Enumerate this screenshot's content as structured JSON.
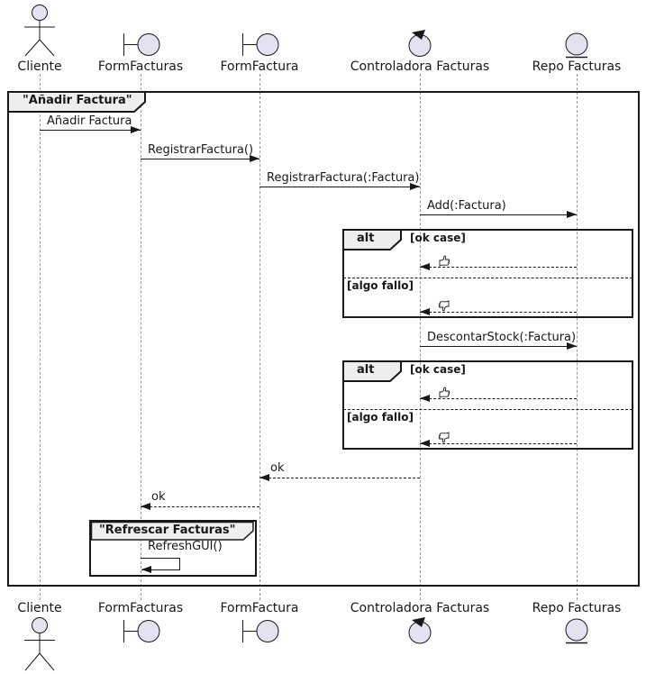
{
  "diagram": {
    "participants": [
      {
        "name": "Cliente",
        "type": "actor"
      },
      {
        "name": "FormFacturas",
        "type": "boundary"
      },
      {
        "name": "FormFactura",
        "type": "boundary"
      },
      {
        "name": "Controladora Facturas",
        "type": "control"
      },
      {
        "name": "Repo Facturas",
        "type": "entity"
      }
    ],
    "frame": {
      "title": "\"Añadir Factura\""
    },
    "inner_frame": {
      "title": "\"Refrescar Facturas\""
    },
    "messages": {
      "anadir": "Añadir Factura",
      "registrar": "RegistrarFactura()",
      "registrar_factura": "RegistrarFactura(:Factura)",
      "add": "Add(:Factura)",
      "descontar": "DescontarStock(:Factura)",
      "ok1": "ok",
      "ok2": "ok",
      "refresh": "RefreshGUI()"
    },
    "alt_frames": [
      {
        "operator": "alt",
        "guard_ok": "[ok case]",
        "guard_fail": "[algo fallo]",
        "ok_icon": "thumbs-up",
        "fail_icon": "thumbs-down"
      },
      {
        "operator": "alt",
        "guard_ok": "[ok case]",
        "guard_fail": "[algo fallo]",
        "ok_icon": "thumbs-up",
        "fail_icon": "thumbs-down"
      }
    ],
    "colors": {
      "shape_fill": "#E2E2F0",
      "tab_fill": "#EEEEEE",
      "line": "#181818",
      "lifeline": "#999999"
    }
  }
}
